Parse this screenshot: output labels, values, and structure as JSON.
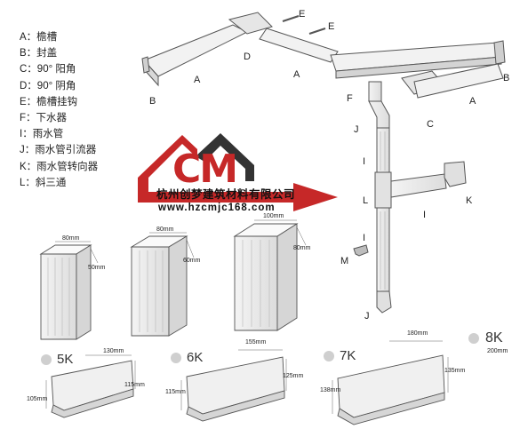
{
  "legend": [
    {
      "key": "A",
      "text": "A：檐槽"
    },
    {
      "key": "B",
      "text": "B：封盖"
    },
    {
      "key": "C",
      "text": "C：90° 阳角"
    },
    {
      "key": "D",
      "text": "D：90° 阴角"
    },
    {
      "key": "E",
      "text": "E：檐槽挂钩"
    },
    {
      "key": "F",
      "text": "F：下水器"
    },
    {
      "key": "I",
      "text": "I：雨水管"
    },
    {
      "key": "J",
      "text": "J：雨水管引流器"
    },
    {
      "key": "K",
      "text": "K：雨水管转向器"
    },
    {
      "key": "L",
      "text": "L：斜三通"
    }
  ],
  "labels": {
    "a": "A",
    "b": "B",
    "c": "C",
    "d": "D",
    "e": "E",
    "f": "F",
    "i": "I",
    "j": "J",
    "k": "K",
    "l": "L",
    "m": "M"
  },
  "logo": {
    "mark": "CM",
    "company": "杭州创梦建筑材料有限公司",
    "url": "www.hzcmjc168.com",
    "colors": {
      "red": "#c62828",
      "dark": "#333333"
    }
  },
  "pipes": [
    {
      "width": "80mm",
      "depth": "50mm"
    },
    {
      "width": "80mm",
      "depth": "60mm"
    },
    {
      "width": "100mm",
      "depth": "80mm"
    }
  ],
  "gutters": [
    {
      "size": "5K",
      "top": "130mm",
      "back": "115mm",
      "front": "105mm"
    },
    {
      "size": "6K",
      "top": "155mm",
      "back": "125mm",
      "front": "115mm"
    },
    {
      "size": "7K",
      "top": "180mm",
      "back": "135mm",
      "front": "138mm"
    },
    {
      "size": "8K",
      "top": "200mm"
    }
  ]
}
